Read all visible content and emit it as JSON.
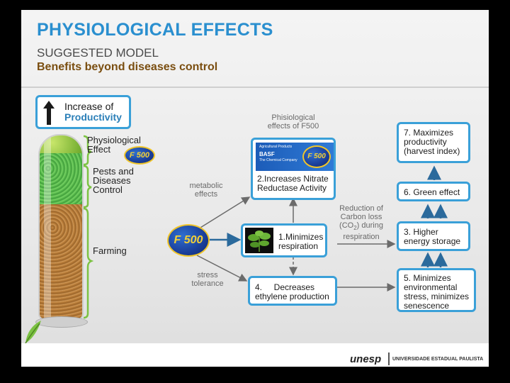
{
  "header": {
    "title": "PHYSIOLOGICAL EFFECTS",
    "subtitle": "SUGGESTED MODEL",
    "tagline": "Benefits beyond diseases control"
  },
  "legend_box": {
    "line1": "Increase of",
    "line2": "Productivity"
  },
  "column_labels": {
    "physiological": [
      "Physiological",
      "Effect"
    ],
    "pests": [
      "Pests and",
      "Diseases",
      "Control"
    ],
    "farming": "Farming"
  },
  "product": {
    "name": "F 500"
  },
  "edge_labels": {
    "metabolic": [
      "metabolic",
      "effects"
    ],
    "stress": [
      "stress",
      "tolerance"
    ],
    "physio_header": [
      "Phisiological",
      "effects of F500"
    ],
    "carbon": [
      "Reduction of",
      "Carbon loss",
      "(CO",
      "2",
      ") during",
      "respiration"
    ]
  },
  "boxes": {
    "b1": [
      "1.Minimizes",
      "respiration"
    ],
    "b2": [
      "2.Increases Nitrate",
      "Reductase Activity"
    ],
    "b3": [
      "3. Higher",
      "energy storage"
    ],
    "b4": [
      "4.     Decreases",
      "ethylene production"
    ],
    "b5": [
      "5. Minimizes",
      "environmental",
      "stress, minimizes",
      "senescence"
    ],
    "b6": [
      "6. Green effect"
    ],
    "b7": [
      "7. Maximizes",
      "productivity",
      "(harvest index)"
    ]
  },
  "basf_pack": {
    "top": "Agricultural Products",
    "brand": "BASF",
    "sub": "The Chemical Company"
  },
  "footer": {
    "brand": "unesp",
    "university": "UNIVERSIDADE ESTADUAL PAULISTA"
  },
  "colors": {
    "accent": "#3aa0d8",
    "title": "#2a8fcf",
    "tagline": "#7a4e10",
    "brace": "#7cc243",
    "arrow": "#2b6a9c"
  }
}
